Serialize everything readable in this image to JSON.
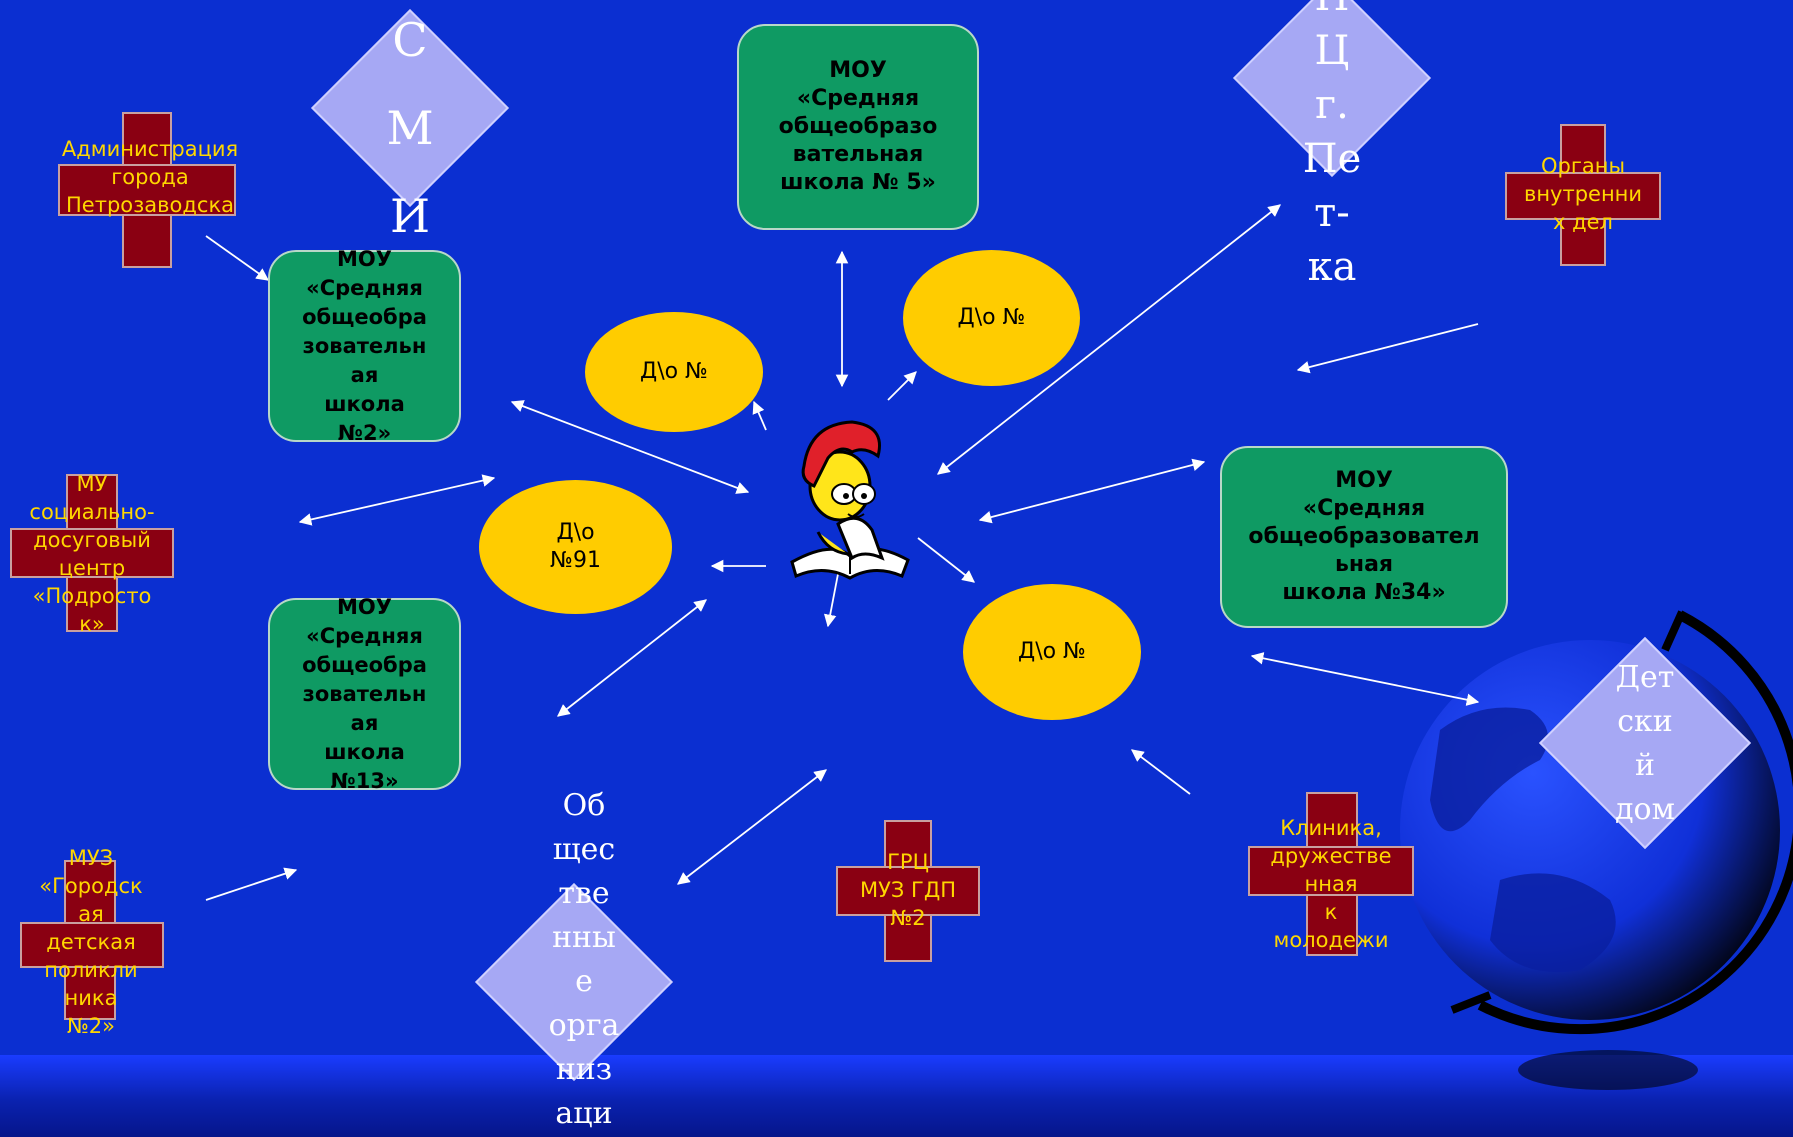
{
  "colors": {
    "background": "#0b2fd1",
    "school": "#0f9a63",
    "oval": "#ffcc00",
    "cross": "#8a0012",
    "cross_text": "#ffd700",
    "diamond": "#a6a8f4"
  },
  "schools": {
    "s5": "МОУ\n«Средняя\nобщеобразо\nвательная\nшкола № 5»",
    "s2": "МОУ\n«Средняя\nобщеобра\nзовательн\nая\nшкола\n№2»",
    "s13": "МОУ\n«Средняя\nобщеобра\nзовательн\nая\nшкола\n№13»",
    "s34": "МОУ\n«Средняя\nобщеобразовател\nьная\nшкола №34»"
  },
  "ovals": {
    "d1": "Д\\о №",
    "d2": "Д\\о №",
    "d91": "Д\\о\n№91",
    "d3": "Д\\о №"
  },
  "crosses": {
    "admin": "Администрация\nгорода\nПетрозаводска",
    "police": "Органы\nвнутренни\nх дел",
    "mu": "МУ\nсоциально-\nдосуговый\nцентр\n«Подросто\nк»",
    "muz": "МУЗ\n«Городск\nая\nдетская\nполикли\nника\n№2»",
    "grc": "ГРЦ\nМУЗ ГДП\n№2",
    "clinic": "Клиника,\nдружестве\nнная\nк\nмолодежи"
  },
  "diamonds": {
    "smi": "С\nМ\nИ",
    "cc": "Н\nЦ\nг.\nПе\nт-\nка",
    "public": "Об\nщес\nтве\nнны\nе\nорга\nниз\nаци",
    "orphan": "Дет\nски\nй\nдом"
  }
}
